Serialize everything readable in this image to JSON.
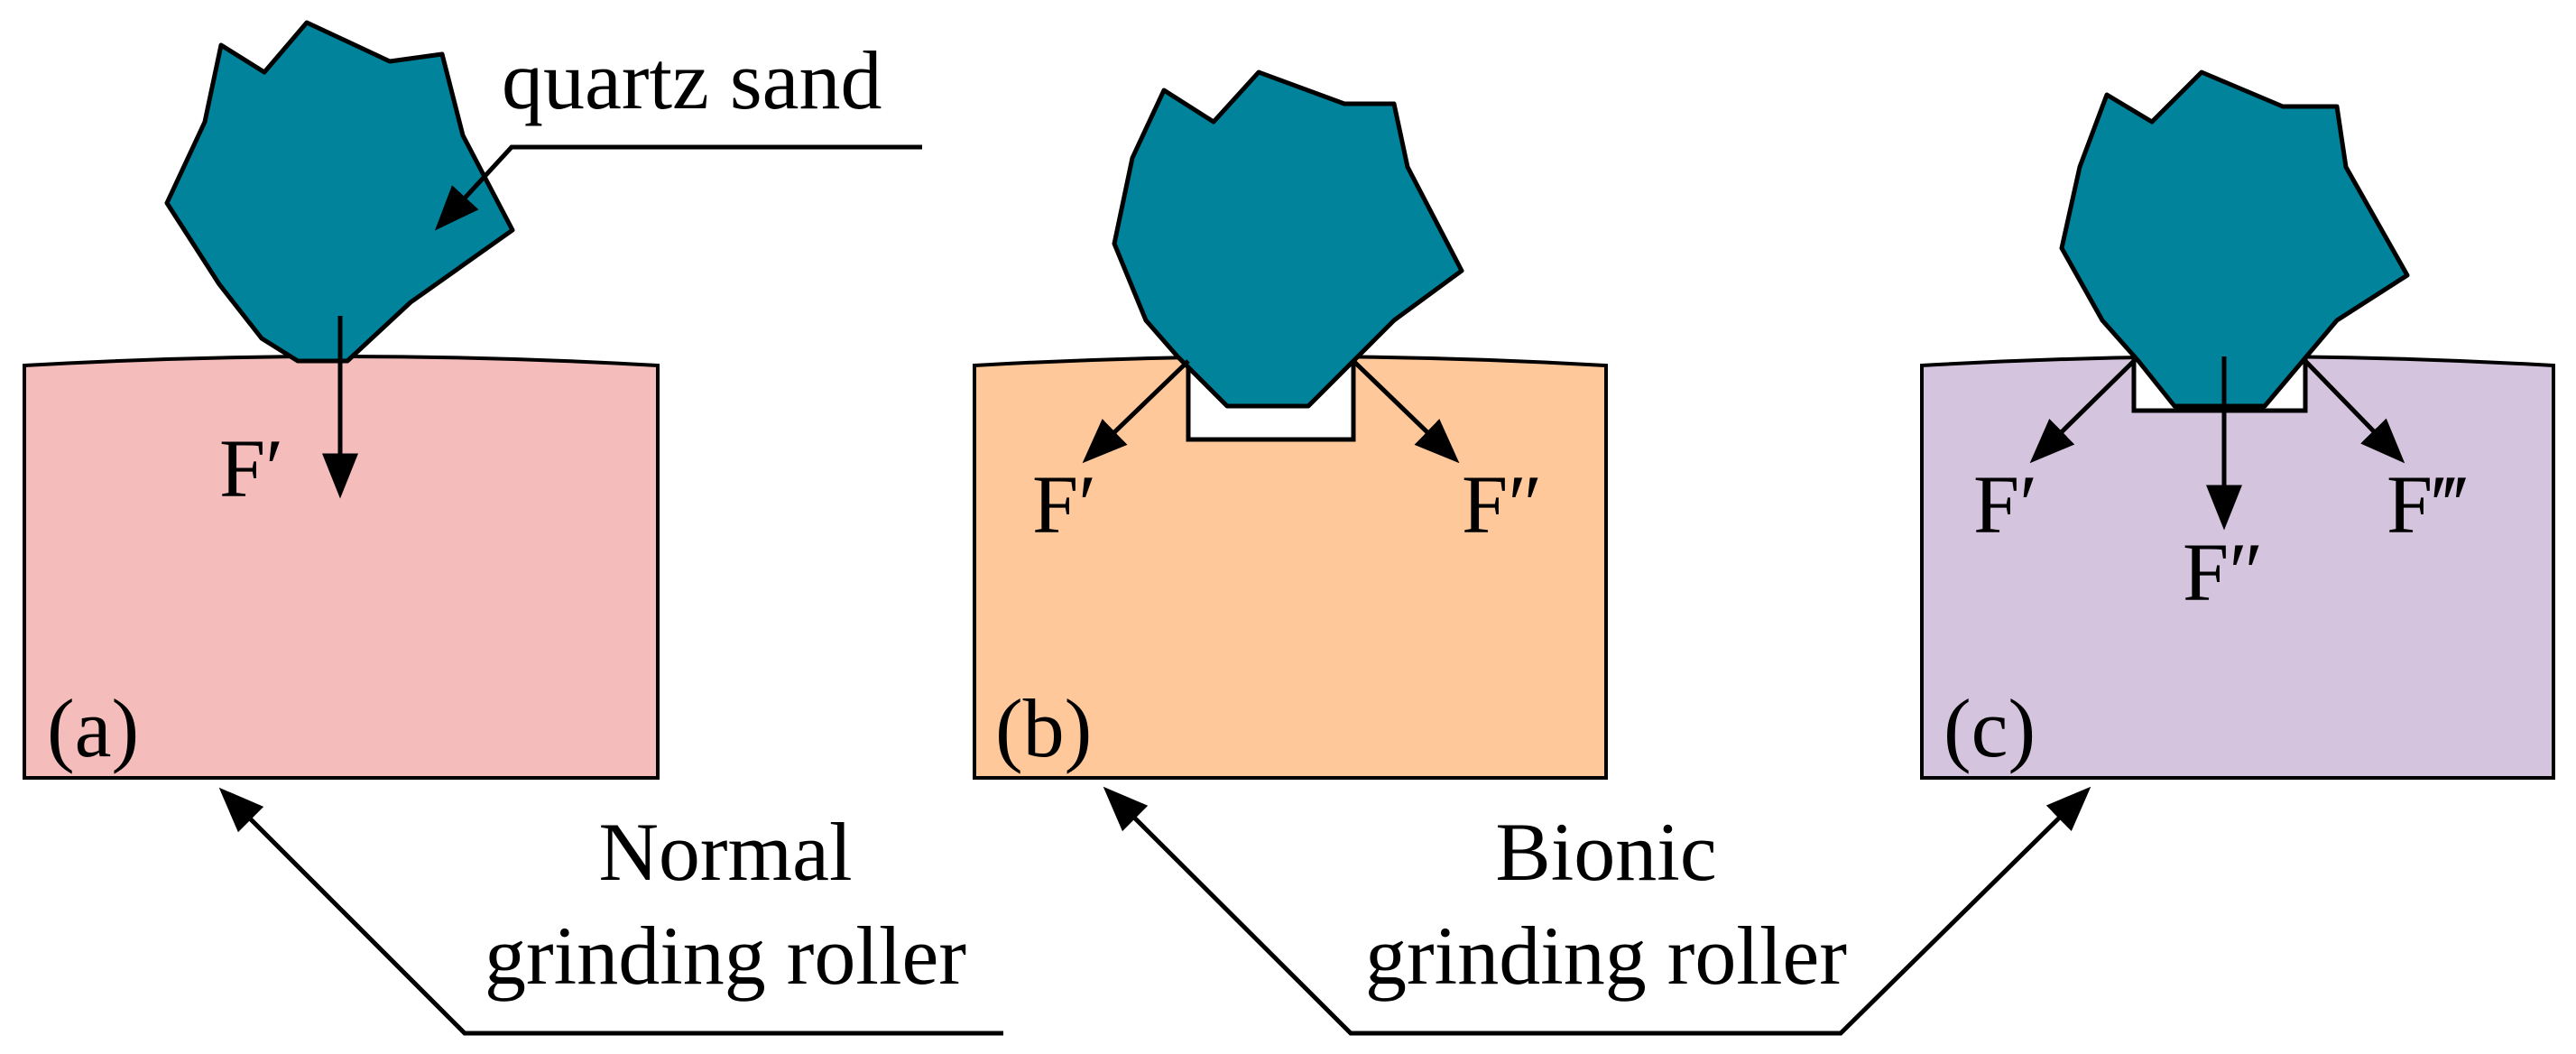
{
  "colors": {
    "particle": "#00839b",
    "roller_a": "#f4bcbb",
    "roller_b": "#fec89b",
    "roller_c": "#d5c4dd"
  },
  "labels": {
    "quartz_sand": "quartz sand",
    "normal_line1": "Normal",
    "normal_line2": "grinding roller",
    "bionic_line1": "Bionic",
    "bionic_line2": "grinding roller"
  },
  "panels": {
    "a": {
      "tag": "(a)",
      "forces": [
        "F′"
      ]
    },
    "b": {
      "tag": "(b)",
      "forces": [
        "F′",
        "F″"
      ]
    },
    "c": {
      "tag": "(c)",
      "forces": [
        "F′",
        "F″",
        "F‴"
      ]
    }
  }
}
